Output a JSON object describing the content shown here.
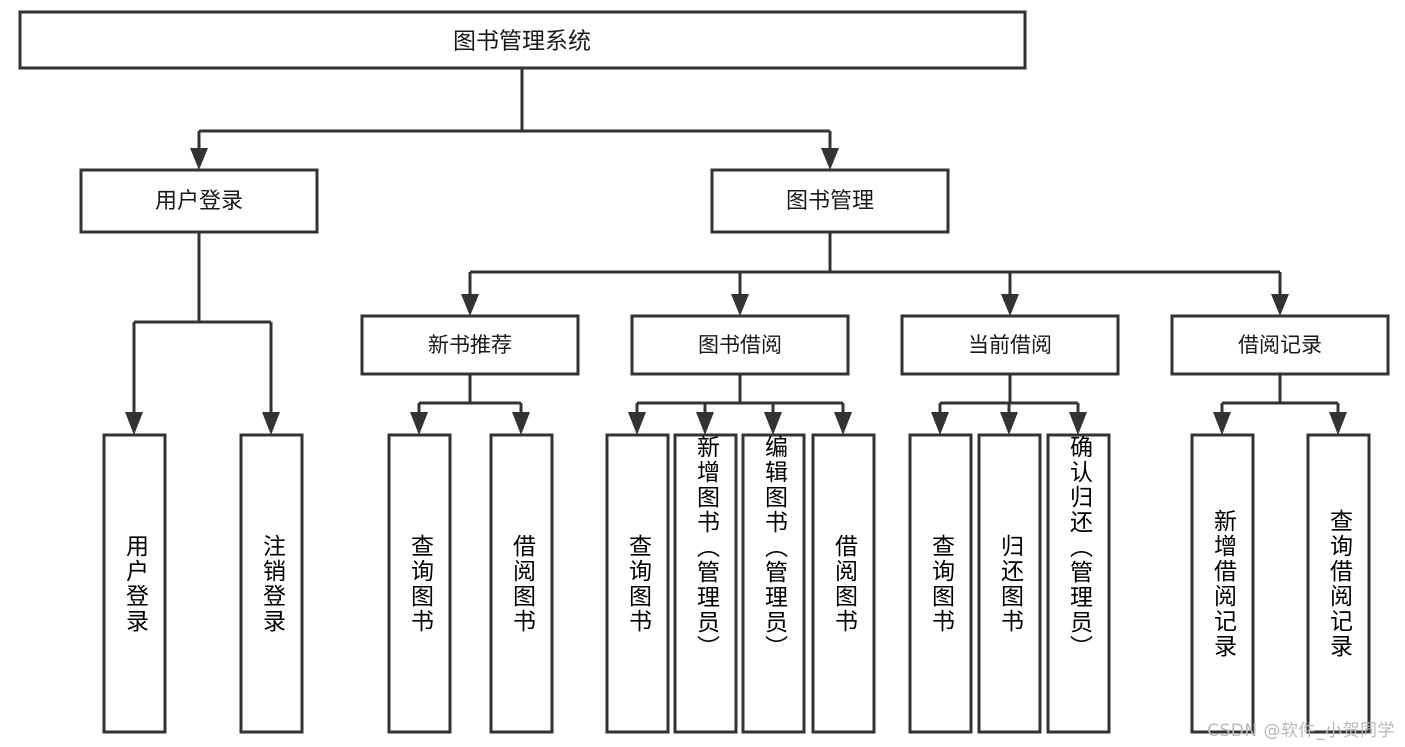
{
  "diagram": {
    "title": "图书管理系统",
    "type": "tree-hierarchy-diagram",
    "watermark": "CSDN @软件_小贺同学",
    "colors": {
      "box_stroke": "#333333",
      "box_fill": "#ffffff",
      "text": "#1a1a1a",
      "background": "#ffffff",
      "watermark": "#b9b9b9"
    },
    "root": {
      "label": "图书管理系统"
    },
    "level2": [
      {
        "label": "用户登录"
      },
      {
        "label": "图书管理"
      }
    ],
    "level3": [
      {
        "label": "新书推荐"
      },
      {
        "label": "图书借阅"
      },
      {
        "label": "当前借阅"
      },
      {
        "label": "借阅记录"
      }
    ],
    "leaves": {
      "user_login": [
        {
          "label": "用户登录"
        },
        {
          "label": "注销登录"
        }
      ],
      "new_book_recommend": [
        {
          "label": "查询图书"
        },
        {
          "label": "借阅图书"
        }
      ],
      "book_borrow": [
        {
          "label": "查询图书"
        },
        {
          "label": "新增图书（管理员）"
        },
        {
          "label": "编辑图书（管理员）"
        },
        {
          "label": "借阅图书"
        }
      ],
      "current_borrow": [
        {
          "label": "查询图书"
        },
        {
          "label": "归还图书"
        },
        {
          "label": "确认归还（管理员）"
        }
      ],
      "borrow_record": [
        {
          "label": "新增借阅记录"
        },
        {
          "label": "查询借阅记录"
        }
      ]
    }
  }
}
